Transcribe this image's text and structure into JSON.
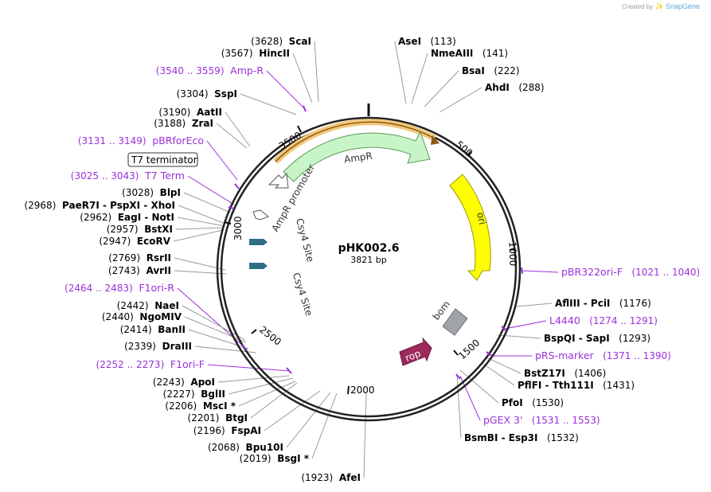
{
  "branding": {
    "prefix": "Created by",
    "name": "SnapGene"
  },
  "plasmid": {
    "name": "pHK002.6",
    "length_label": "3821 bp",
    "length": 3821
  },
  "colors": {
    "primer": "#9b30d9",
    "backbone": "#222222",
    "ampr": "#c8f5c8",
    "ori": "#ffff00",
    "bom": "#a0a4a8",
    "rop": "#9c2a5a",
    "promoter": "#ffffff",
    "site": "#2f6e86",
    "highlight": "#f3c77a"
  },
  "ticks": [
    "3500",
    "500",
    "1000",
    "1500",
    "2000",
    "2500",
    "3000"
  ],
  "features": {
    "ampr": "AmpR",
    "ampr_promoter": "AmpR promoter",
    "ori": "ori",
    "bom": "bom",
    "rop": "rop",
    "csy4_a": "Csy4 Site",
    "csy4_b": "Csy4 Site",
    "t7_terminator": "T7 terminator"
  },
  "labels_left": [
    {
      "pos": "(3628)",
      "name": "ScaI"
    },
    {
      "pos": "(3567)",
      "name": "HincII"
    },
    {
      "pos": "(3540 .. 3559)",
      "name": "Amp-R",
      "primer": true
    },
    {
      "pos": "(3304)",
      "name": "SspI"
    },
    {
      "pos": "(3190)",
      "name": "AatII"
    },
    {
      "pos": "(3188)",
      "name": "ZraI"
    },
    {
      "pos": "(3131 .. 3149)",
      "name": "pBRforEco",
      "primer": true
    },
    {
      "pos": "(3025 .. 3043)",
      "name": "T7 Term",
      "primer": true
    },
    {
      "pos": "(3028)",
      "name": "BlpI"
    },
    {
      "pos": "(2968)",
      "name": "PaeR7I  -  PspXI  -  XhoI"
    },
    {
      "pos": "(2962)",
      "name": "EagI  -  NotI"
    },
    {
      "pos": "(2957)",
      "name": "BstXI"
    },
    {
      "pos": "(2947)",
      "name": "EcoRV"
    },
    {
      "pos": "(2769)",
      "name": "RsrII"
    },
    {
      "pos": "(2743)",
      "name": "AvrII"
    },
    {
      "pos": "(2464 .. 2483)",
      "name": "F1ori-R",
      "primer": true
    },
    {
      "pos": "(2442)",
      "name": "NaeI"
    },
    {
      "pos": "(2440)",
      "name": "NgoMIV"
    },
    {
      "pos": "(2414)",
      "name": "BanII"
    },
    {
      "pos": "(2339)",
      "name": "DraIII"
    },
    {
      "pos": "(2252 .. 2273)",
      "name": "F1ori-F",
      "primer": true
    },
    {
      "pos": "(2243)",
      "name": "ApoI"
    },
    {
      "pos": "(2227)",
      "name": "BglII"
    },
    {
      "pos": "(2206)",
      "name": "MscI *"
    },
    {
      "pos": "(2201)",
      "name": "BtgI"
    },
    {
      "pos": "(2196)",
      "name": "FspAI"
    },
    {
      "pos": "(2068)",
      "name": "Bpu10I"
    },
    {
      "pos": "(2019)",
      "name": "BsgI *"
    },
    {
      "pos": "(1923)",
      "name": "AfeI"
    }
  ],
  "labels_right": [
    {
      "pos": "(113)",
      "name": "AseI"
    },
    {
      "pos": "(141)",
      "name": "NmeAIII"
    },
    {
      "pos": "(222)",
      "name": "BsaI"
    },
    {
      "pos": "(288)",
      "name": "AhdI"
    },
    {
      "pos": "(1021 .. 1040)",
      "name": "pBR322ori-F",
      "primer": true
    },
    {
      "pos": "(1176)",
      "name": "AflIII  -  PciI"
    },
    {
      "pos": "(1274 .. 1291)",
      "name": "L4440",
      "primer": true
    },
    {
      "pos": "(1293)",
      "name": "BspQI  -  SapI"
    },
    {
      "pos": "(1371 .. 1390)",
      "name": "pRS-marker",
      "primer": true
    },
    {
      "pos": "(1406)",
      "name": "BstZ17I"
    },
    {
      "pos": "(1431)",
      "name": "PflFI  -  Tth111I"
    },
    {
      "pos": "(1530)",
      "name": "PfoI"
    },
    {
      "pos": "(1531 .. 1553)",
      "name": "pGEX 3'",
      "primer": true
    },
    {
      "pos": "(1532)",
      "name": "BsmBI  -  Esp3I"
    }
  ]
}
